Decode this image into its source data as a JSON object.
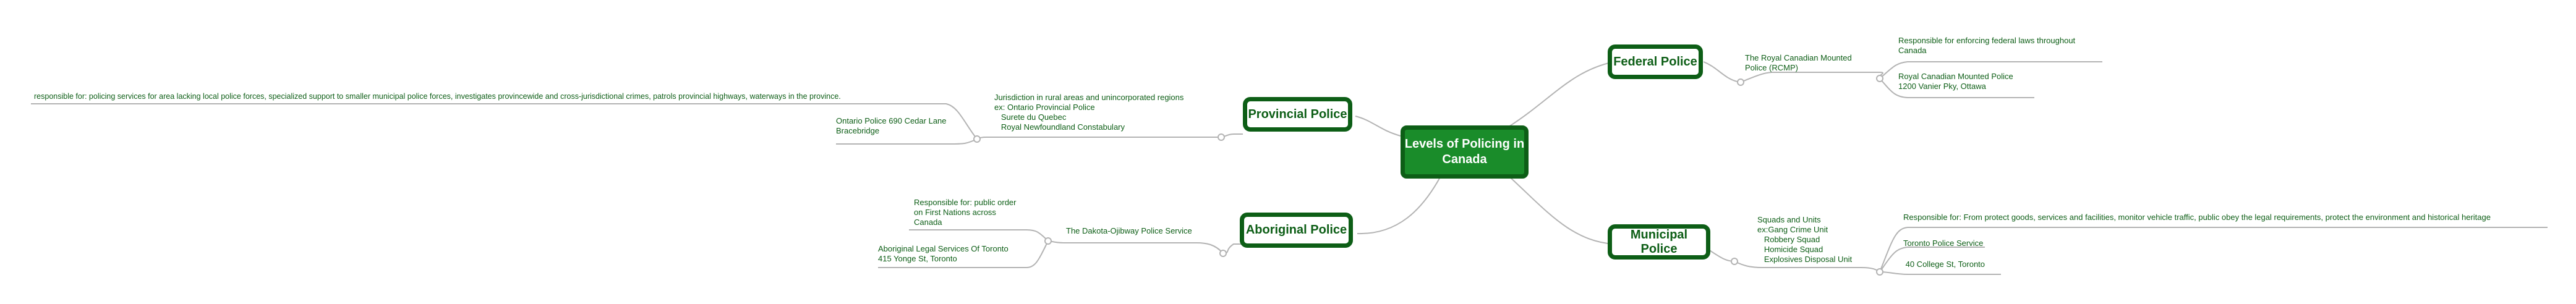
{
  "colors": {
    "line": "#b3b3b3",
    "node_dark": "#0d5e16",
    "node_fill": "#1a8c2a",
    "text": "#0d5e16"
  },
  "central": {
    "title": "Levels of Policing in\nCanada"
  },
  "federal": {
    "title": "Federal Police",
    "rcmp": "The Royal Canadian Mounted\nPolice (RCMP)",
    "responsible": "Responsible for enforcing federal laws throughout\nCanada",
    "address": "Royal Canadian Mounted Police\n1200 Vanier Pky, Ottawa"
  },
  "provincial": {
    "title": "Provincial Police",
    "jurisdiction": "Jurisdiction in rural areas and unincorporated regions\nex: Ontario Provincial Police\n   Surete du Quebec\n   Royal Newfoundland Constabulary",
    "responsible": "responsible for: policing services for area lacking local police forces, specialized support to smaller municipal police forces, investigates provincewide and cross-jurisdictional crimes, patrols provincial highways, waterways in the province.",
    "address": "Ontario Police 690 Cedar Lane\nBracebridge"
  },
  "aboriginal": {
    "title": "Aboriginal Police",
    "service": "The Dakota-Ojibway Police Service",
    "responsible": "Responsible for: public order\non First Nations across\nCanada",
    "address": "Aboriginal Legal Services Of Toronto\n415 Yonge St, Toronto"
  },
  "municipal": {
    "title": "Municipal Police",
    "squads": "Squads and Units\nex:Gang Crime Unit\n   Robbery Squad\n   Homicide Squad\n   Explosives Disposal Unit",
    "responsible": "Responsible for: From protect goods, services and facilities, monitor vehicle traffic, public obey the legal requirements, protect the environment and historical heritage",
    "service": "Toronto Police Service",
    "address": " 40 College St, Toronto"
  }
}
